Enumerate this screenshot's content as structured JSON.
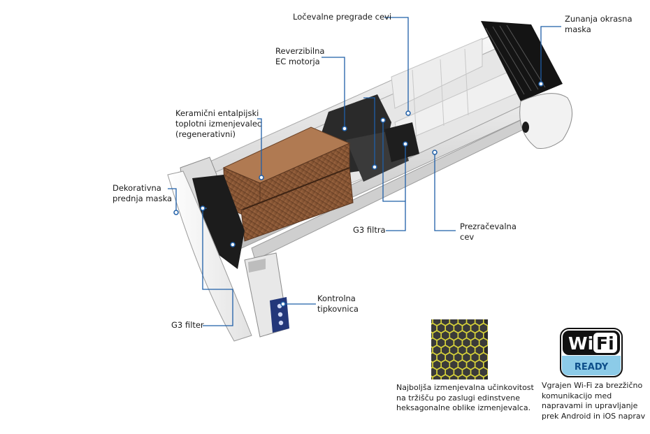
{
  "callouts": {
    "locevalne": "Ločevalne pregrade cevi",
    "zunanja": "Zunanja okrasna\nmaska",
    "reverzibilna": "Reverzibilna\nEC motorja",
    "keramicni": "Keramični entalpijski\ntoplotni izmenjevalec\n(regenerativni)",
    "dekorativna": "Dekorativna\nprednja maska",
    "g3_filtra": "G3 filtra",
    "prezracevalna": "Prezračevalna\ncev",
    "kontrolna": "Kontrolna\ntipkovnica",
    "g3_filter": "G3 filter"
  },
  "hex_caption": "Najboljša izmenjevalna učinkovitost\nna tržišču po zaslugi edinstvene\nheksagonalne oblike izmenjevalca.",
  "wifi": {
    "logo_text": "WiFi",
    "badge_text": "READY",
    "caption": "Vgrajen Wi-Fi za brezžično\nkomunikacijo med\nnapravami in upravljanje\nprek Android in iOS naprav"
  },
  "colors": {
    "leader_line": "#1f5fa8",
    "wood": "#8a5a3a",
    "wifi_badge": "#8ccbe8",
    "hex_yellow": "#d7d23a"
  }
}
